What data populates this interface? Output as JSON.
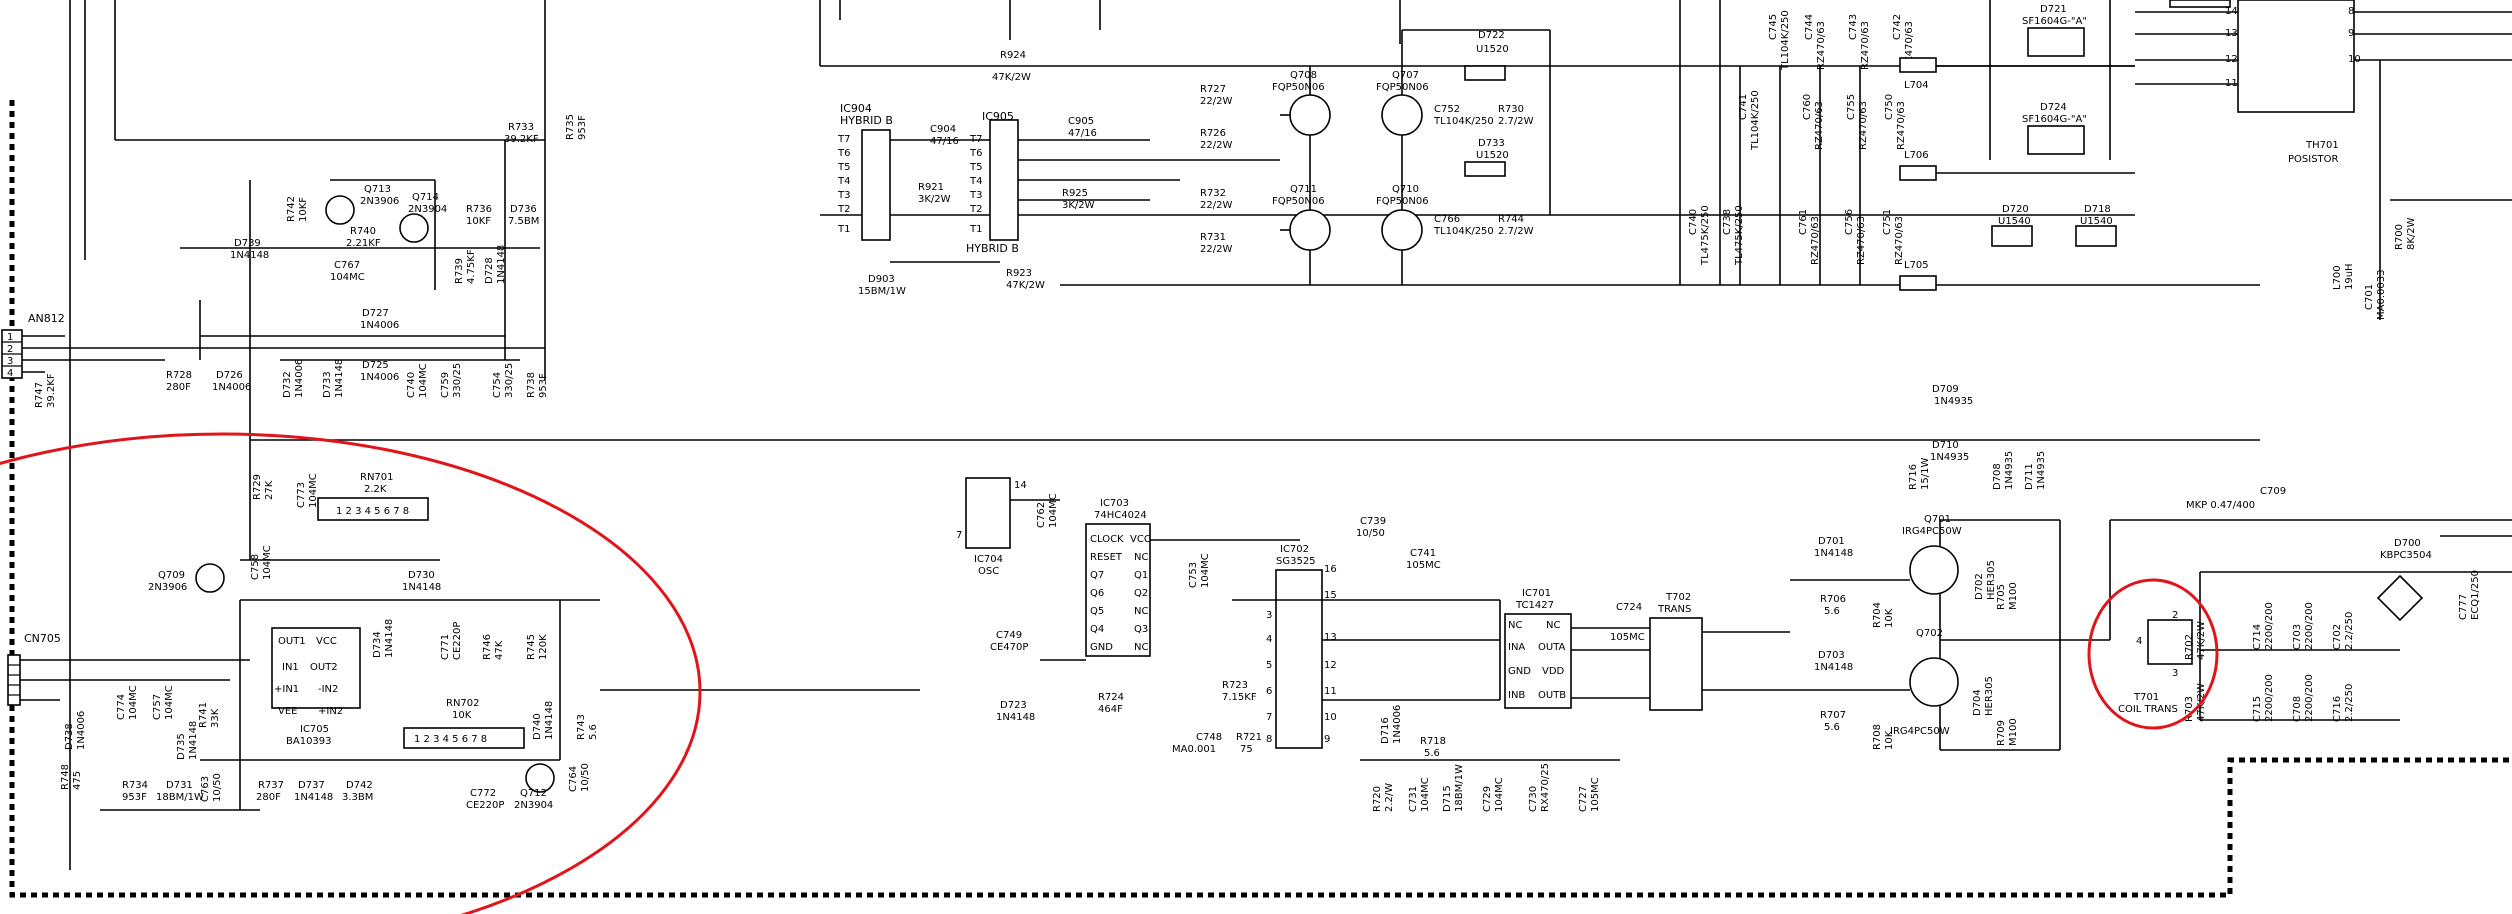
{
  "labels": {
    "an812": "AN812",
    "cn705": "CN705",
    "ic904": "IC904",
    "ic904_type": "HYBRID B",
    "ic905": "IC905",
    "ic905_type": "HYBRID B",
    "r924": "R924",
    "r924_v": "47K/2W",
    "r923": "R923",
    "r923_v": "47K/2W",
    "r925": "R925",
    "r925_v": "3K/2W",
    "r921": "R921",
    "r921_v": "3K/2W",
    "c904": "C904",
    "c904_v": "47/16",
    "c905": "C905",
    "c905_v": "47/16",
    "d903": "D903",
    "d903_v": "15BM/1W",
    "r733": "R733",
    "r733_v": "39.2KF",
    "r735": "R735",
    "r735_v": "953F",
    "q713": "Q713",
    "q713_v": "2N3906",
    "q714": "Q714",
    "q714_v": "2N3904",
    "r742": "R742",
    "r742_v": "10KF",
    "r740": "R740",
    "r740_v": "2.21KF",
    "r736": "R736",
    "r736_v": "10KF",
    "d736": "D736",
    "d736_v": "7.5BM",
    "d739": "D739",
    "d739_v": "1N4148",
    "c767": "C767",
    "c767_v": "104MC",
    "r739": "R739",
    "r739_v": "4.75KF",
    "d728": "D728",
    "d728_v": "1N4148",
    "d727": "D727",
    "d727_v": "1N4006",
    "d725": "D725",
    "d725_v": "1N4006",
    "d726": "D726",
    "d726_v": "1N4006",
    "r728": "R728",
    "r728_v": "280F",
    "d732": "D732",
    "d732_v": "1N4006",
    "d733b": "D733",
    "d733b_v": "1N4148",
    "c740b": "C740",
    "c740b_v": "104MC",
    "c759": "C759",
    "c759_v": "330/25",
    "c754": "C754",
    "c754_v": "330/25",
    "r738": "R738",
    "r738_v": "953F",
    "r747": "R747",
    "r747_v": "39.2KF",
    "q708": "Q708",
    "q708_v": "FQP50N06",
    "q707": "Q707",
    "q707_v": "FQP50N06",
    "q711": "Q711",
    "q711_v": "FQP50N06",
    "q710": "Q710",
    "q710_v": "FQP50N06",
    "r727": "R727",
    "r727_v": "22/2W",
    "r726": "R726",
    "r726_v": "22/2W",
    "r732": "R732",
    "r732_v": "22/2W",
    "r731": "R731",
    "r731_v": "22/2W",
    "d722": "D722",
    "d722_v": "U1520",
    "d733": "D733",
    "d733_v": "U1520",
    "c752": "C752",
    "c752_v": "TL104K/250",
    "r730": "R730",
    "r730_v": "2.7/2W",
    "c766": "C766",
    "c766_v": "TL104K/250",
    "r744": "R744",
    "r744_v": "2.7/2W",
    "c741": "C741",
    "c741_v": "TL104K/250",
    "c740": "C740",
    "c740_v": "TL475K/250",
    "c738": "C738",
    "c738_v": "TL475K/250",
    "c745": "C745",
    "c745_v": "TL104K/250",
    "c744": "C744",
    "c744_v": "RZ470/63",
    "c760": "C760",
    "c760_v": "RZ470/63",
    "c761": "C761",
    "c761_v": "RZ470/63",
    "c756": "C756",
    "c756_v": "RZ470/63",
    "c755": "C755",
    "c755_v": "RZ470/63",
    "c751": "C751",
    "c751_v": "RZ470/63",
    "c750": "C750",
    "c750_v": "RZ470/63",
    "c743": "C743",
    "c743_v": "RZ470/63",
    "c742": "C742",
    "c742_v": "RZ470/63",
    "l704": "L704",
    "l706": "L706",
    "l705": "L705",
    "d721": "D721",
    "d721_v": "SF1604G-\"A\"",
    "d724": "D724",
    "d724_v": "SF1604G-\"A\"",
    "d720": "D720",
    "d720_v": "U1540",
    "d718": "D718",
    "d718_v": "U1540",
    "th701": "TH701",
    "th701_v": "POSISTOR",
    "l700": "L700",
    "l700_v": "19uH",
    "r700": "R700",
    "r700_v": "8K/2W",
    "c701": "C701",
    "c701_v": "MA0.0033",
    "rn701": "RN701",
    "rn701_v": "2.2K",
    "r729": "R729",
    "r729_v": "27K",
    "c773": "C773",
    "c773_v": "104MC",
    "q709": "Q709",
    "q709_v": "2N3906",
    "c758": "C758",
    "c758_v": "104MC",
    "d730": "D730",
    "d730_v": "1N4148",
    "ic705": "IC705",
    "ic705_v": "BA10393",
    "ic705_p1": "OUT1",
    "ic705_p2": "VCC",
    "ic705_p3": "IN1",
    "ic705_p4": "OUT2",
    "ic705_p5": "+IN1",
    "ic705_p6": "-IN2",
    "ic705_p7": "VEE",
    "ic705_p8": "+IN2",
    "d734": "D734",
    "d734_v": "1N4148",
    "c771": "C771",
    "c771_v": "CE220P",
    "r746": "R746",
    "r746_v": "47K",
    "r745": "R745",
    "r745_v": "120K",
    "rn702": "RN702",
    "rn702_v": "10K",
    "d740": "D740",
    "d740_v": "1N4148",
    "r743": "R743",
    "r743_v": "5.6",
    "c774": "C774",
    "c774_v": "104MC",
    "c757": "C757",
    "c757_v": "104MC",
    "r741": "R741",
    "r741_v": "33K",
    "d735": "D735",
    "d735_v": "1N4148",
    "d738": "D738",
    "d738_v": "1N4006",
    "r748": "R748",
    "r748_v": "475",
    "r734": "R734",
    "r734_v": "953F",
    "d731": "D731",
    "d731_v": "18BM/1W",
    "c763": "C763",
    "c763_v": "10/50",
    "r737": "R737",
    "r737_v": "280F",
    "d737": "D737",
    "d737_v": "1N4148",
    "d742": "D742",
    "d742_v": "3.3BM",
    "c772": "C772",
    "c772_v": "CE220P",
    "q712": "Q712",
    "q712_v": "2N3904",
    "c764": "C764",
    "c764_v": "10/50",
    "ic704": "IC704",
    "ic704_v": "OSC",
    "c762": "C762",
    "c762_v": "104MC",
    "ic703": "IC703",
    "ic703_v": "74HC4024",
    "ic703_pins": [
      "CLOCK",
      "VCC",
      "RESET",
      "NC",
      "Q7",
      "Q1",
      "Q6",
      "Q2",
      "Q5",
      "NC",
      "Q4",
      "Q3",
      "GND",
      "NC"
    ],
    "c749": "C749",
    "c749_v": "CE470P",
    "d723": "D723",
    "d723_v": "1N4148",
    "r724": "R724",
    "r724_v": "464F",
    "c753": "C753",
    "c753_v": "104MC",
    "ic702": "IC702",
    "ic702_v": "SG3525",
    "c739": "C739",
    "c739_v": "10/50",
    "c741b": "C741",
    "c741b_v": "105MC",
    "r723": "R723",
    "r723_v": "7.15KF",
    "c748": "C748",
    "c748_v": "MA0.001",
    "r721": "R721",
    "r721_v": "75",
    "d716": "D716",
    "d716_v": "1N4006",
    "r718": "R718",
    "r718_v": "5.6",
    "r720": "R720",
    "r720_v": "2.2/W",
    "c731": "C731",
    "c731_v": "104MC",
    "d715": "D715",
    "d715_v": "18BM/1W",
    "c729": "C729",
    "c729_v": "104MC",
    "c730": "C730",
    "c730_v": "RX470/25",
    "c727": "C727",
    "c727_v": "105MC",
    "ic701": "IC701",
    "ic701_v": "TC1427",
    "ic701_pins": [
      "NC",
      "NC",
      "INA",
      "OUTA",
      "GND",
      "VDD",
      "INB",
      "OUTB"
    ],
    "c724": "C724",
    "c724_v": "105MC",
    "t702": "T702",
    "t702_v": "TRANS",
    "d709": "D709",
    "d709_v": "1N4935",
    "d710": "D710",
    "d710_v": "1N4935",
    "r716": "R716",
    "r716_v": "15/1W",
    "d708": "D708",
    "d708_v": "1N4935",
    "d711": "D711",
    "d711_v": "1N4935",
    "d701": "D701",
    "d701_v": "1N4148",
    "r706": "R706",
    "r706_v": "5.6",
    "r704": "R704",
    "r704_v": "10K",
    "q701": "Q701",
    "q701_v": "IRG4PC50W",
    "d702": "D702",
    "d702_v": "HER305",
    "r705": "R705",
    "r705_v": "M100",
    "d703": "D703",
    "d703_v": "1N4148",
    "r707": "R707",
    "r707_v": "5.6",
    "r708": "R708",
    "r708_v": "10K",
    "q702": "Q702",
    "q702_v": "IRG4PC50W",
    "d704": "D704",
    "d704_v": "HER305",
    "r709": "R709",
    "r709_v": "M100",
    "c709": "C709",
    "c709_v": "MKP 0.47/400",
    "t701": "T701",
    "t701_v": "COIL TRANS",
    "r702": "R702",
    "r702_v": "47K/2W",
    "r703": "R703",
    "r703_v": "47K/2W",
    "c714": "C714",
    "c714_v": "2200/200",
    "c715": "C715",
    "c715_v": "2200/200",
    "c703": "C703",
    "c703_v": "2200/200",
    "c708": "C708",
    "c708_v": "2200/200",
    "c702": "C702",
    "c702_v": "2.2/250",
    "c716": "C716",
    "c716_v": "2.2/250",
    "d700": "D700",
    "d700_v": "KBPC3504",
    "c777": "C777",
    "c777_v": "ECQ1/250"
  }
}
